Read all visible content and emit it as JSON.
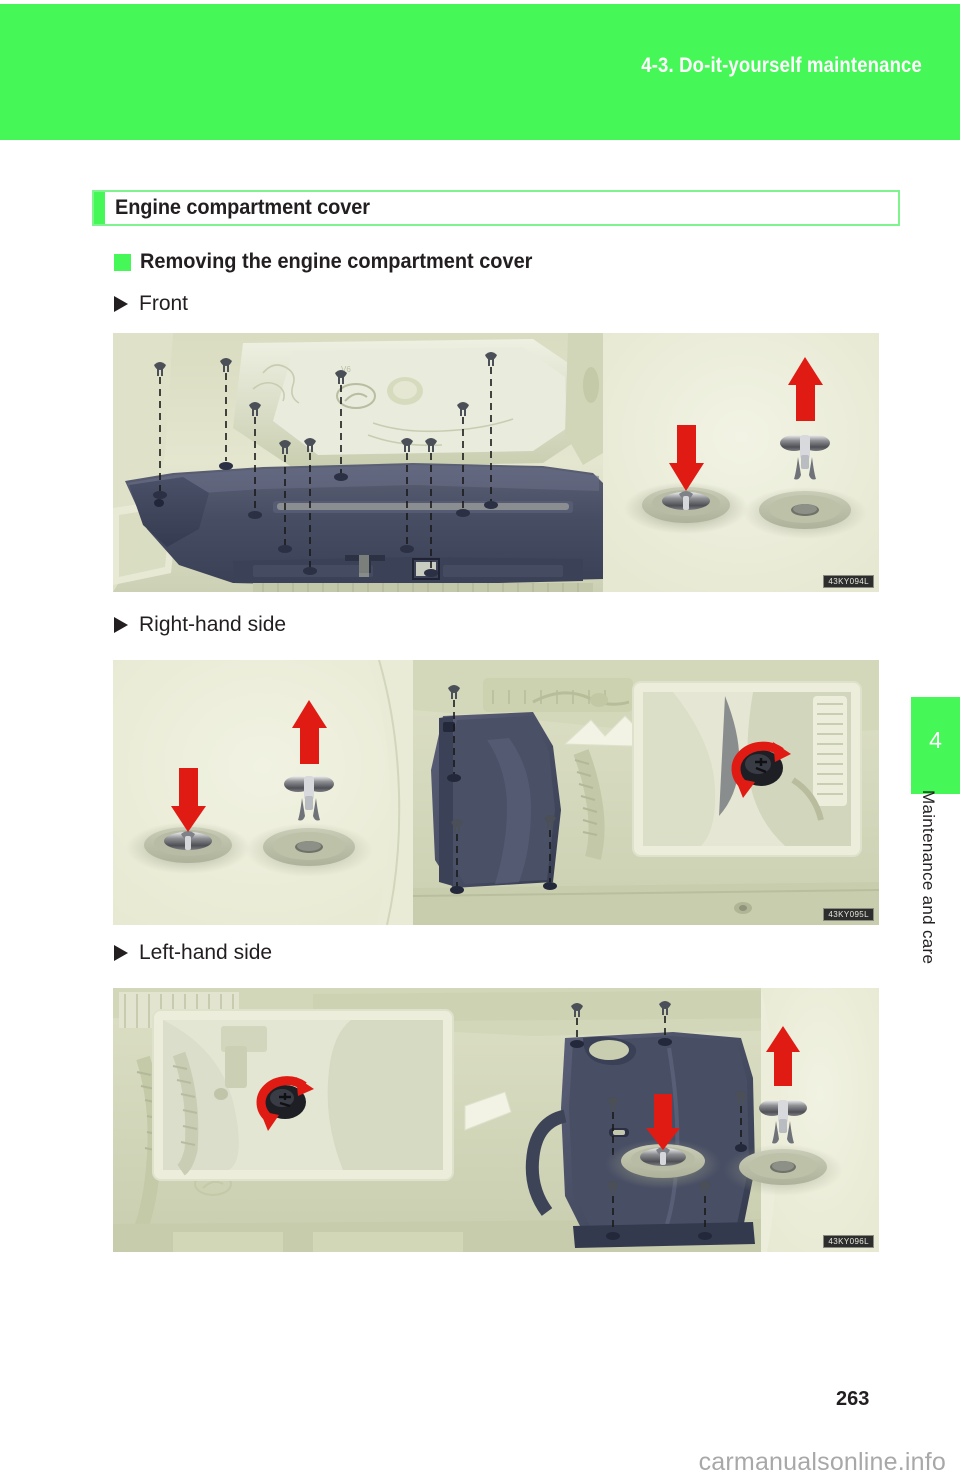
{
  "header": {
    "title": "4-3. Do-it-yourself maintenance",
    "background_color": "#45f857"
  },
  "side_tab": {
    "number": "4",
    "label": "Maintenance and care",
    "color": "#45f857"
  },
  "section": {
    "title": "Engine compartment cover",
    "accent_color": "#45f857"
  },
  "subsection": {
    "title": "Removing the engine compartment cover",
    "bullet_color": "#45f857"
  },
  "figures": [
    {
      "heading": "Front",
      "code": "43KY094L",
      "description": "Engine compartment viewed from the front with the dark engine compartment cover and dashed lines pointing to each clip location; at right an inset shows pushing the clip center down then pulling the clip up.",
      "clip_detail": {
        "push_arrow": "down-arrow",
        "pull_arrow": "up-arrow",
        "arrow_color": "#e01b14"
      }
    },
    {
      "heading": "Right-hand side",
      "code": "43KY095L",
      "description": "Right-hand side of the engine compartment; at left the clip push-down and pull-up detail, at right the cover with dashed clip lines and a magnified callout of a turn-type fastener.",
      "clip_detail": {
        "push_arrow": "down-arrow",
        "pull_arrow": "up-arrow",
        "arrow_color": "#e01b14"
      },
      "callout": {
        "icon": "rotate-arrow-icon",
        "arrow_color": "#e01b14"
      }
    },
    {
      "heading": "Left-hand side",
      "code": "43KY096L",
      "description": "Left-hand side of the engine compartment; at left a magnified callout of a turn-type fastener, center the cover with dashed clip lines, at right the clip push-down and pull-up detail.",
      "clip_detail": {
        "push_arrow": "down-arrow",
        "pull_arrow": "up-arrow",
        "arrow_color": "#e01b14"
      },
      "callout": {
        "icon": "rotate-arrow-icon",
        "arrow_color": "#e01b14"
      }
    }
  ],
  "footer": {
    "page_number": "263",
    "watermark": "carmanualsonline.info"
  }
}
